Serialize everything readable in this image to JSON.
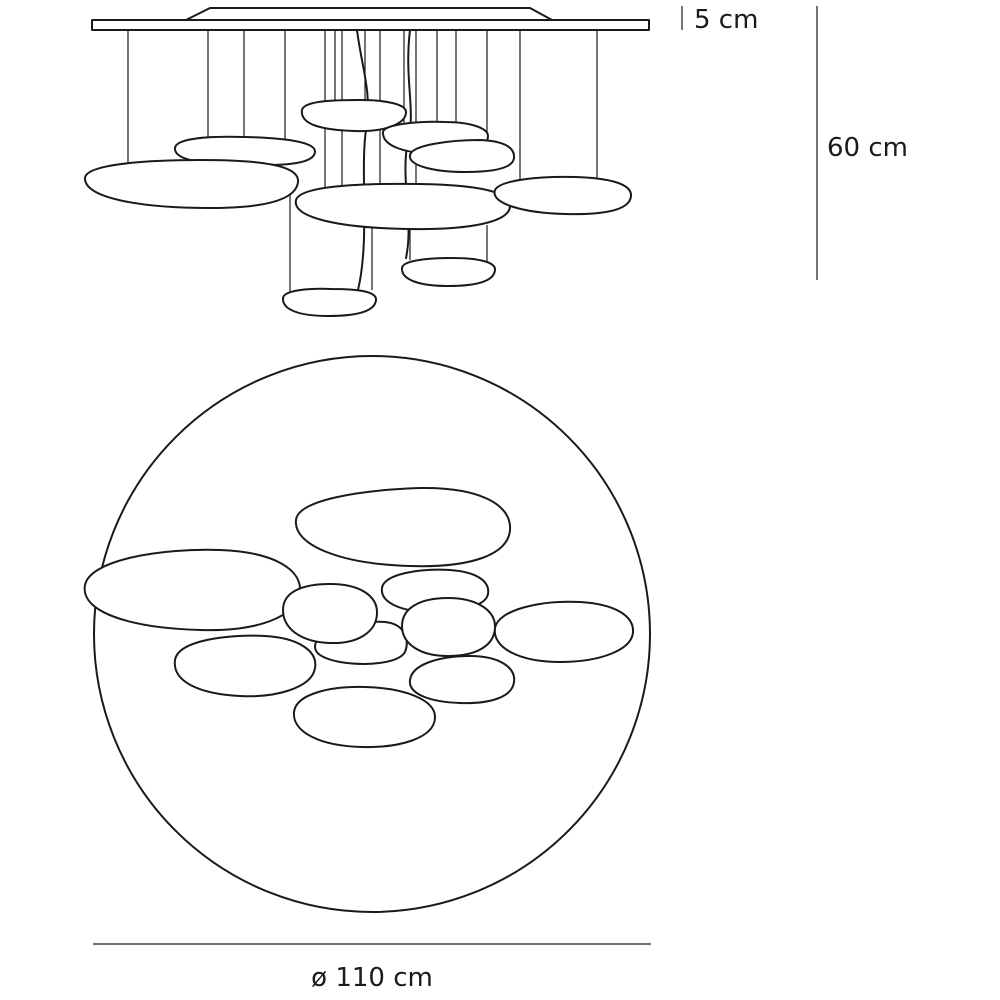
{
  "dimensions": {
    "canopy_height": "5 cm",
    "overall_height": "60 cm",
    "diameter": "ø 110 cm"
  },
  "colors": {
    "line": "#1a1a1a",
    "background": "#ffffff"
  }
}
